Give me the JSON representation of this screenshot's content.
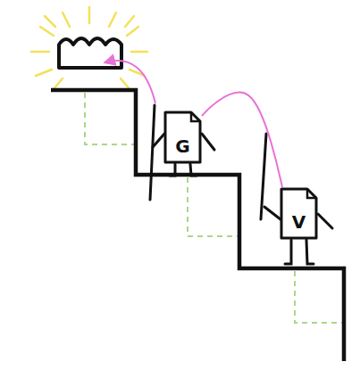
{
  "diagram": {
    "nodes": [
      {
        "text": [
          "G"
        ]
      },
      {
        "text": [
          "V"
        ]
      }
    ],
    "edges": [
      {
        "from": 1,
        "to": 0,
        "arrow": "none"
      }
    ]
  }
}
